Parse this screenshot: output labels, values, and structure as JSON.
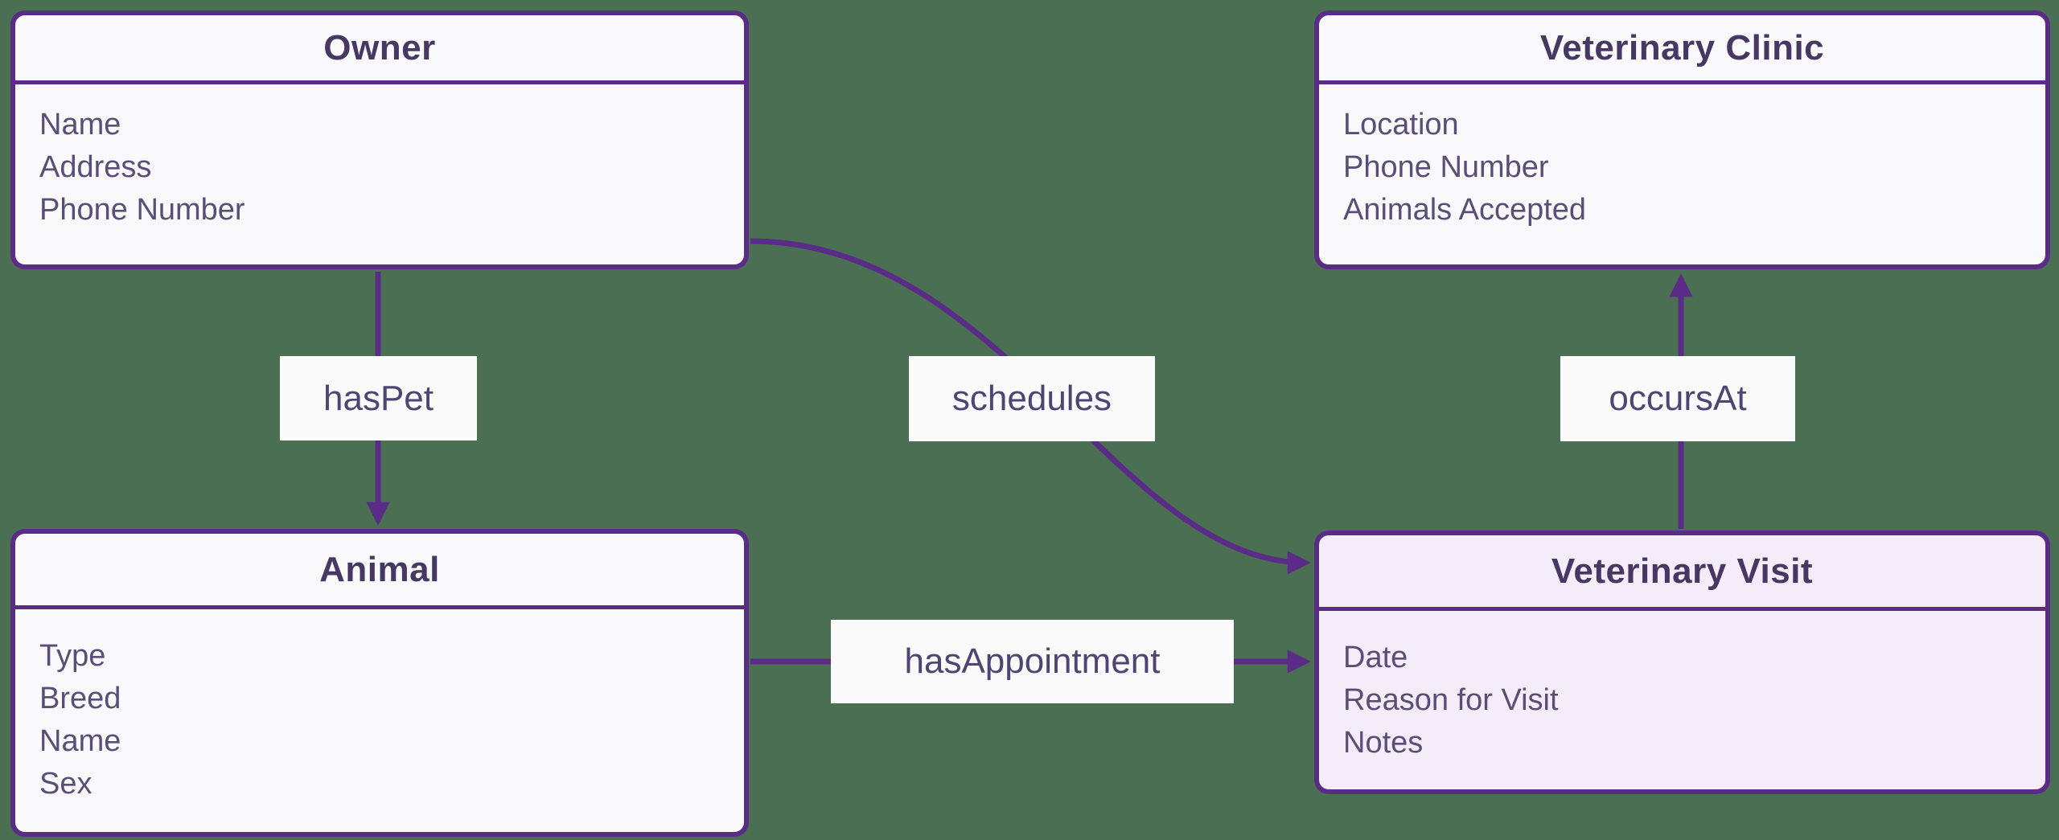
{
  "colors": {
    "background": "#4A6F52",
    "border": "#5B2C87",
    "title_text": "#473763",
    "attr_text": "#5A4E78",
    "label_text": "#4F4573",
    "box_fill": "#F9F9FB",
    "visit_fill": "#F4ECF8",
    "label_fill": "#FAFAFB"
  },
  "entities": {
    "owner": {
      "title": "Owner",
      "attributes": [
        "Name",
        "Address",
        "Phone Number"
      ]
    },
    "clinic": {
      "title": "Veterinary Clinic",
      "attributes": [
        "Location",
        "Phone Number",
        "Animals Accepted"
      ]
    },
    "animal": {
      "title": "Animal",
      "attributes": [
        "Type",
        "Breed",
        "Name",
        "Sex"
      ]
    },
    "visit": {
      "title": "Veterinary Visit",
      "attributes": [
        "Date",
        "Reason for Visit",
        "Notes"
      ]
    }
  },
  "relations": {
    "hasPet": {
      "label": "hasPet",
      "from": "Owner",
      "to": "Animal"
    },
    "schedules": {
      "label": "schedules",
      "from": "Owner",
      "to": "Veterinary Visit"
    },
    "hasAppointment": {
      "label": "hasAppointment",
      "from": "Animal",
      "to": "Veterinary Visit"
    },
    "occursAt": {
      "label": "occursAt",
      "from": "Veterinary Visit",
      "to": "Veterinary Clinic"
    }
  }
}
